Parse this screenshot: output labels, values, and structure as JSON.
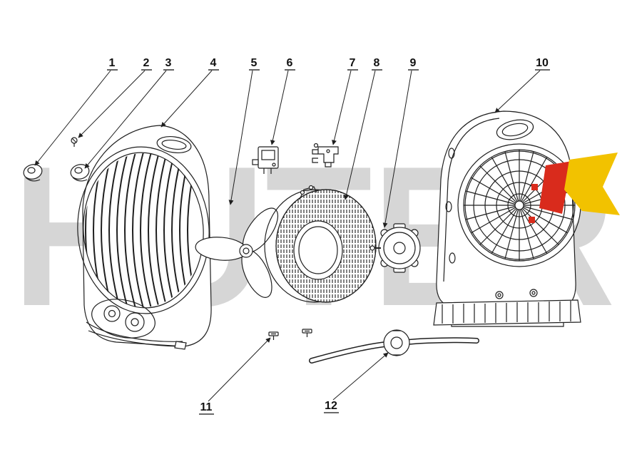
{
  "diagram": {
    "watermark": "HUTER",
    "labels": [
      "1",
      "2",
      "3",
      "4",
      "5",
      "6",
      "7",
      "8",
      "9",
      "10",
      "11",
      "12"
    ],
    "logo": {
      "yellow": "#f2c200",
      "red": "#d92b1c"
    }
  }
}
